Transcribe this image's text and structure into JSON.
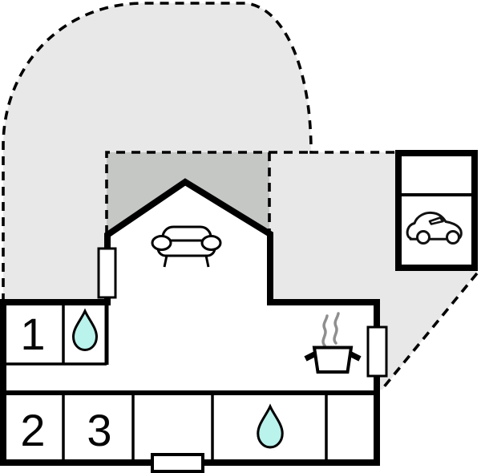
{
  "floorplan": {
    "rooms": [
      {
        "id": "room-1",
        "label": "1"
      },
      {
        "id": "room-2",
        "label": "2"
      },
      {
        "id": "room-3",
        "label": "3"
      }
    ],
    "icons": {
      "living_room": "sofa-icon",
      "bathroom_upper": "water-drop-icon",
      "bathroom_lower": "water-drop-icon",
      "kitchen": "cooking-pot-icon",
      "carport": "car-icon"
    },
    "colors": {
      "background": "#ffffff",
      "outdoor_area": "#e7e8e7",
      "terrace_area": "#c5c7c5",
      "water_drop": "#baf2ec",
      "steam": "#8f8f8f",
      "walls": "#000000"
    }
  }
}
